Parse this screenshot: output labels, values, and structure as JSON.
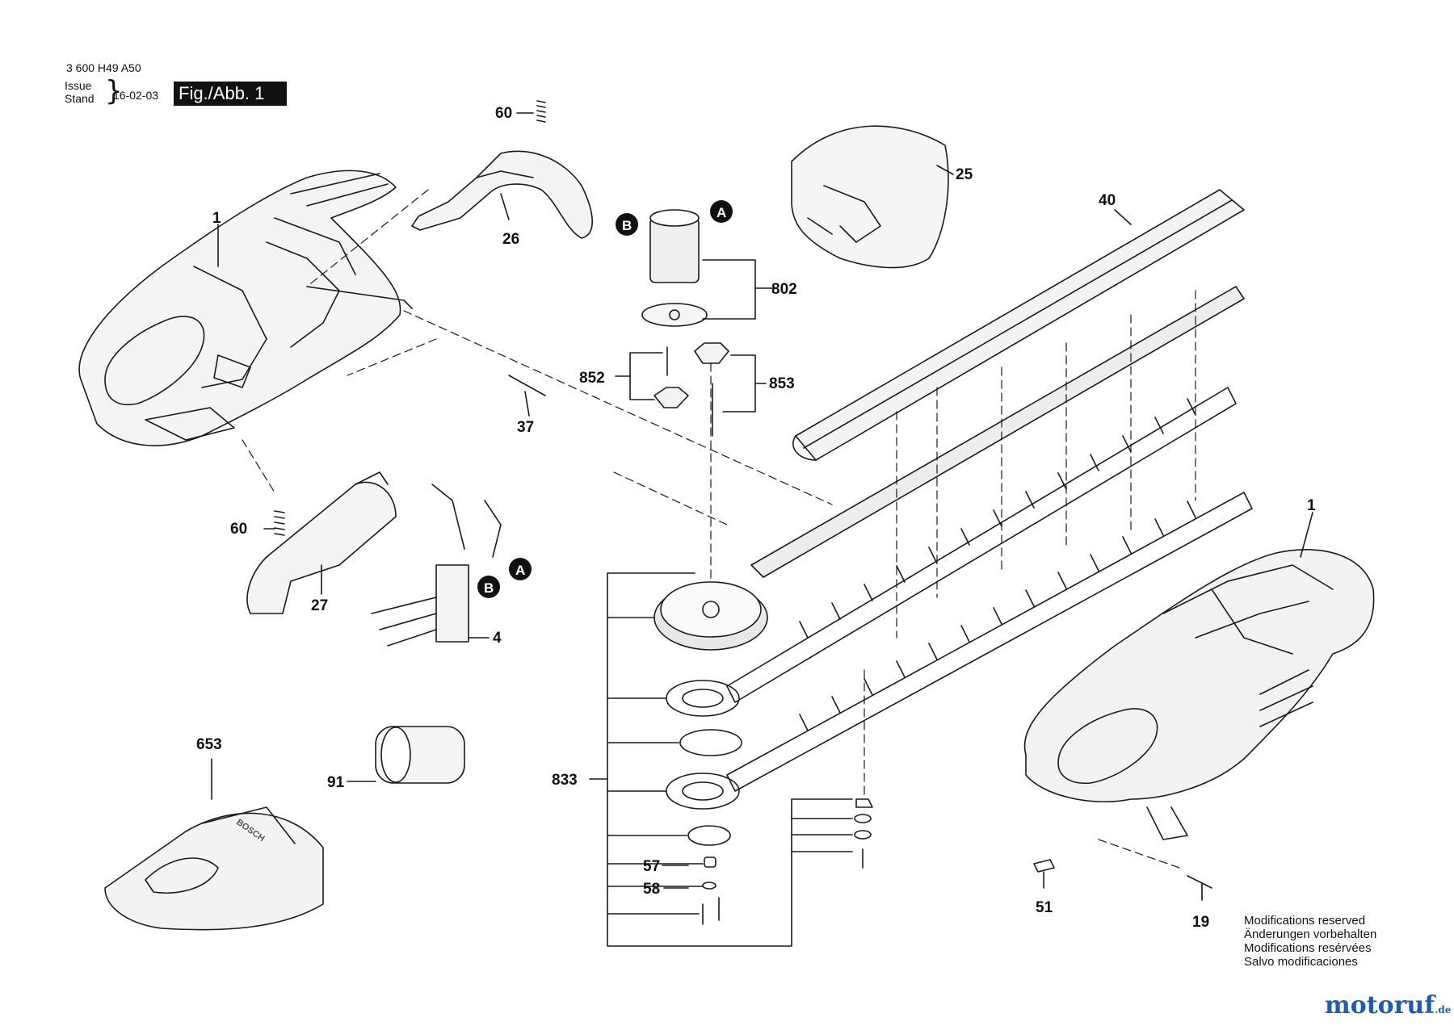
{
  "header": {
    "part_number": "3 600 H49 A50",
    "issue_label": "Issue",
    "stand_label": "Stand",
    "issue_date": "16-02-03",
    "figure": "Fig./Abb. 1"
  },
  "callouts": {
    "c1_left": "1",
    "c1_right": "1",
    "c4": "4",
    "c19": "19",
    "c25": "25",
    "c26": "26",
    "c27": "27",
    "c37": "37",
    "c40": "40",
    "c51": "51",
    "c57": "57",
    "c58": "58",
    "c60_top": "60",
    "c60_bottom": "60",
    "c91": "91",
    "c653": "653",
    "c802": "802",
    "c833": "833",
    "c852": "852",
    "c853": "853"
  },
  "connectors": {
    "a_top": "A",
    "b_top": "B",
    "a_bottom": "A",
    "b_bottom": "B"
  },
  "charger_brand": "BOSCH",
  "modifications": [
    "Modifications reserved",
    "Änderungen vorbehalten",
    "Modifications resérvées",
    "Salvo modificaciones"
  ],
  "watermark": {
    "name_a": "motoruf",
    "tld": ".de"
  }
}
